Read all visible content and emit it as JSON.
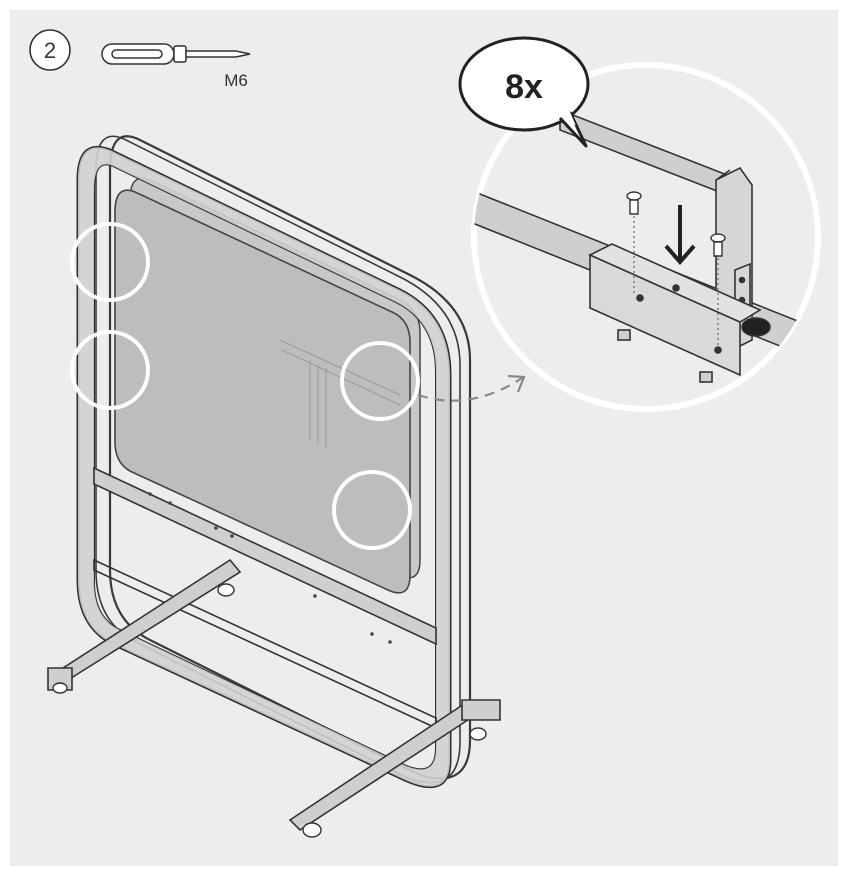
{
  "step": {
    "number": "2"
  },
  "tool": {
    "label": "M6",
    "icon": "screwdriver-icon"
  },
  "callout": {
    "quantity": "8x"
  },
  "colors": {
    "background": "#ededed",
    "frame_fill": "#c9c9c9",
    "frame_stroke": "#3a3a3a",
    "board_fill": "#b9b9b9",
    "highlight": "#ffffff",
    "arrow": "#7a7a7a"
  }
}
